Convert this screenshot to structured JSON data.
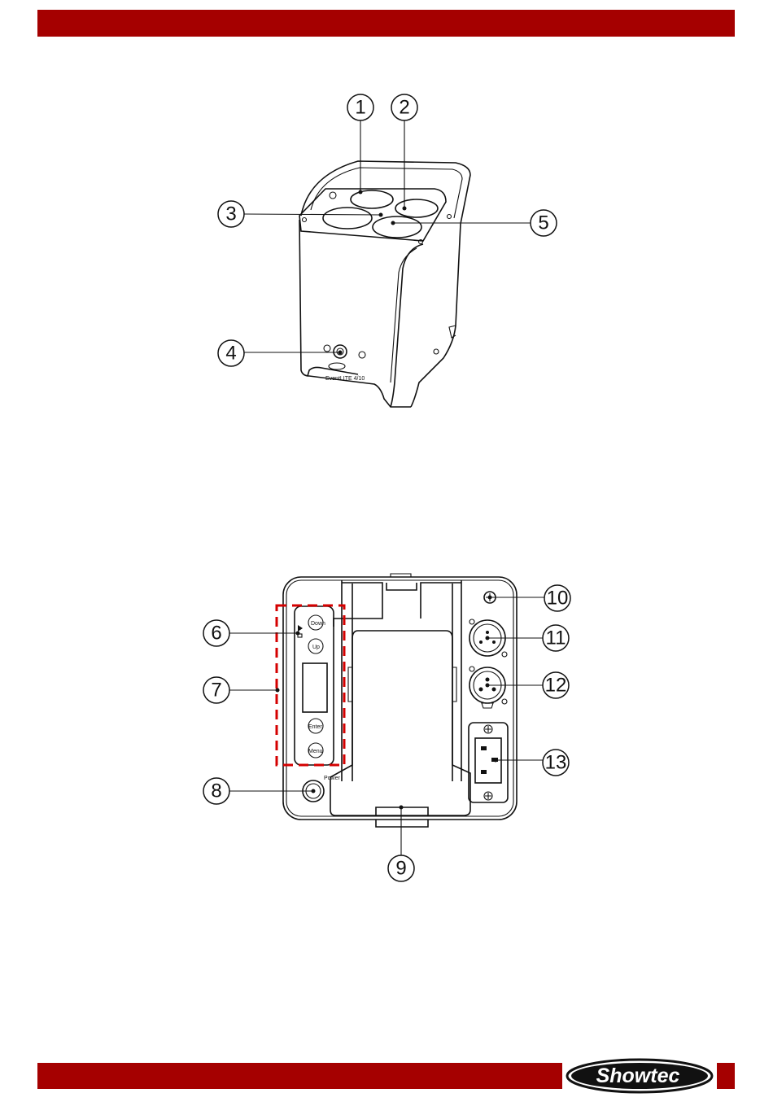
{
  "callouts": [
    {
      "id": "1",
      "label": "1"
    },
    {
      "id": "2",
      "label": "2"
    },
    {
      "id": "3",
      "label": "3"
    },
    {
      "id": "4",
      "label": "4"
    },
    {
      "id": "5",
      "label": "5"
    },
    {
      "id": "6",
      "label": "6"
    },
    {
      "id": "7",
      "label": "7"
    },
    {
      "id": "8",
      "label": "8"
    },
    {
      "id": "9",
      "label": "9"
    },
    {
      "id": "10",
      "label": "10"
    },
    {
      "id": "11",
      "label": "11"
    },
    {
      "id": "12",
      "label": "12"
    },
    {
      "id": "13",
      "label": "13"
    }
  ],
  "control_panel": {
    "buttons": [
      "Down",
      "Up",
      "Enter",
      "Menu"
    ],
    "power_label": "Power"
  },
  "product_label": "EventLITE 4/10",
  "brand": {
    "logo_text": "Showtec"
  },
  "colors": {
    "accent": "#a50000",
    "highlight_box": "#d40000"
  }
}
